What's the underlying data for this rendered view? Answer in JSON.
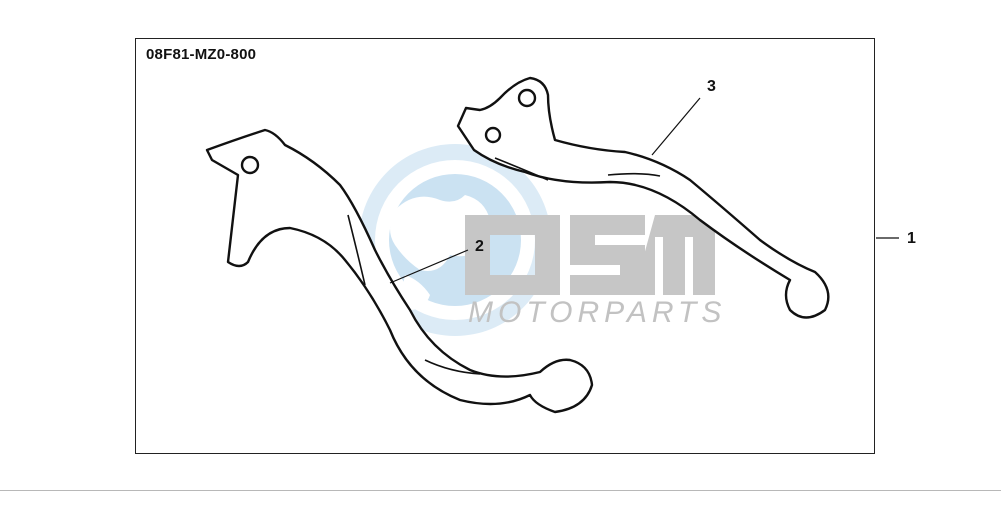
{
  "part_number": "08F81-MZ0-800",
  "callouts": [
    {
      "id": "1",
      "label": "1"
    },
    {
      "id": "2",
      "label": "2"
    },
    {
      "id": "3",
      "label": "3"
    }
  ],
  "watermark": {
    "logo_text": "OSM",
    "tagline": "MOTORPARTS",
    "globe_color": "#bcd9ee",
    "letter_color": "#c8c8c8"
  }
}
